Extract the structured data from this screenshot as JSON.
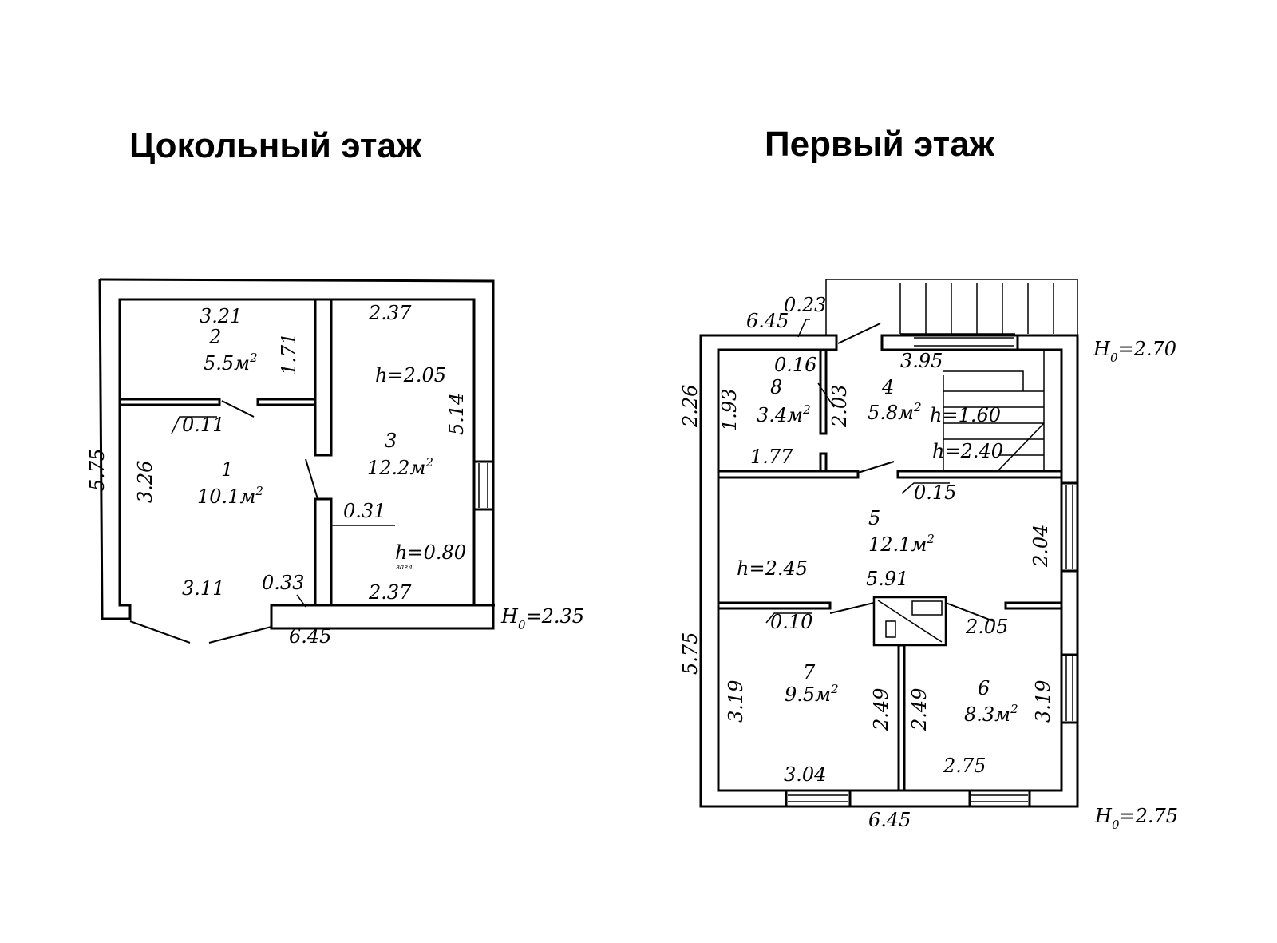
{
  "titles": {
    "basement": "Цокольный этаж",
    "first": "Первый этаж"
  },
  "basement": {
    "overall_width": "6.45",
    "overall_height": "5.75",
    "floor_height": {
      "letter": "H",
      "subscript": "0",
      "value": "=2.35"
    },
    "rooms": [
      {
        "number": "1",
        "area": "10.1м",
        "sup": "2"
      },
      {
        "number": "2",
        "area": "5.5м",
        "sup": "2"
      },
      {
        "number": "3",
        "area": "12.2м",
        "sup": "2"
      }
    ],
    "dims": [
      "3.21",
      "1.71",
      "0.11",
      "3.26",
      "3.11",
      "0.33",
      "2.37",
      "5.14",
      "0.31",
      "2.37"
    ],
    "heights": {
      "h_room3": "h=2.05",
      "h_sub_letter": "h",
      "h_sub_value": "=0.80",
      "h_sub_note": "загл."
    }
  },
  "first": {
    "overall_width": "6.45",
    "overall_height": "5.75",
    "top_height": {
      "letter": "H",
      "subscript": "0",
      "value": "=2.70"
    },
    "bottom_height": {
      "letter": "H",
      "subscript": "0",
      "value": "=2.75"
    },
    "rooms": [
      {
        "number": "4",
        "area": "5.8м",
        "sup": "2"
      },
      {
        "number": "5",
        "area": "12.1м",
        "sup": "2"
      },
      {
        "number": "6",
        "area": "8.3м",
        "sup": "2"
      },
      {
        "number": "7",
        "area": "9.5м",
        "sup": "2"
      },
      {
        "number": "8",
        "area": "3.4м",
        "sup": "2"
      }
    ],
    "dims": [
      "6.45",
      "0.23",
      "2.26",
      "0.16",
      "1.93",
      "2.03",
      "1.77",
      "3.95",
      "0.15",
      "2.04",
      "5.91",
      "0.10",
      "2.05",
      "3.19",
      "2.49",
      "2.49",
      "3.19",
      "3.04",
      "2.75"
    ],
    "heights": {
      "h1": "h=1.60",
      "h2": "h=2.40",
      "h5": "h=2.45"
    }
  }
}
